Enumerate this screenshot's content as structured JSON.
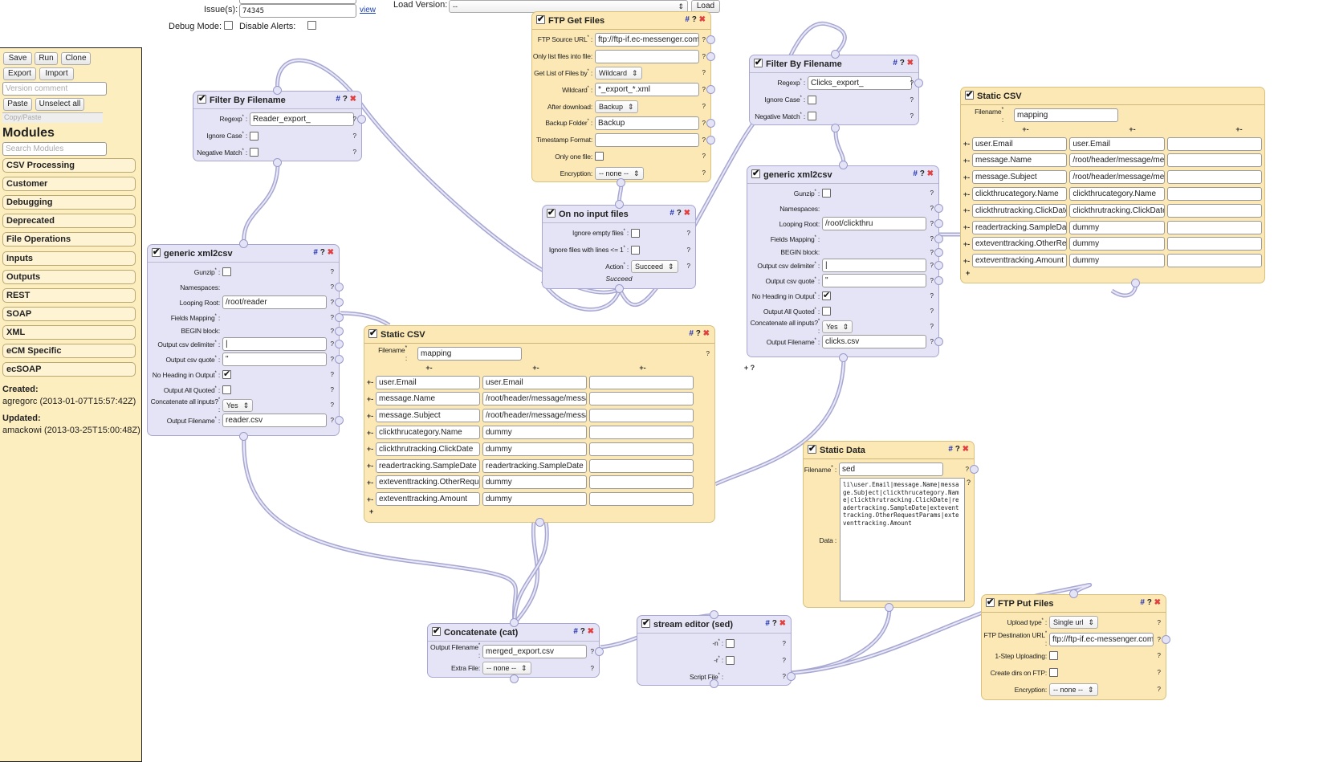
{
  "top": {
    "issues_label": "Issue(s):",
    "issues_value": "74345",
    "view_link": "view",
    "load_version_label": "Load Version:",
    "load_version_value": "--",
    "load_button": "Load",
    "debug_mode_label": "Debug Mode:",
    "debug_mode_checked": false,
    "disable_alerts_label": "Disable Alerts:",
    "disable_alerts_checked": false
  },
  "sidebar": {
    "buttons": {
      "save": "Save",
      "run": "Run",
      "clone": "Clone",
      "export": "Export",
      "import": "Import",
      "paste": "Paste",
      "unselect_all": "Unselect all"
    },
    "version_comment_placeholder": "Version comment",
    "copy_paste_placeholder": "Copy/Paste",
    "modules_title": "Modules",
    "search_placeholder": "Search Modules",
    "categories": [
      "CSV Processing",
      "Customer",
      "Debugging",
      "Deprecated",
      "File Operations",
      "Inputs",
      "Outputs",
      "REST",
      "SOAP",
      "XML",
      "eCM Specific",
      "ecSOAP"
    ],
    "created_label": "Created:",
    "created_value": "agregorc (2013-01-07T15:57:42Z)",
    "updated_label": "Updated:",
    "updated_value": "amackowi (2013-03-25T15:00:48Z)"
  },
  "colors": {
    "module_yellow": "#fbe8b4",
    "module_lavender": "#e4e4f6",
    "wire": "#a7a7d2",
    "close": "#e04040",
    "hash": "#1f2fb3"
  },
  "nodes": [
    {
      "id": "filter1",
      "title": "Filter By Filename",
      "theme": "lavender",
      "icons": true,
      "fields": [
        {
          "label": "Regexp",
          "req": true,
          "type": "text",
          "value": "Reader_export_",
          "help": "?",
          "terminal": true
        },
        {
          "label": "Ignore Case",
          "req": true,
          "type": "check",
          "value": false,
          "help": "?"
        },
        {
          "label": "Negative Match",
          "req": true,
          "type": "check",
          "value": false,
          "help": "?"
        }
      ]
    },
    {
      "id": "ftpget",
      "title": "FTP Get Files",
      "theme": "yellow",
      "icons": true,
      "fields": [
        {
          "label": "FTP Source URL",
          "req": true,
          "type": "text",
          "value": "ftp://ftp-if.ec-messenger.com/i",
          "help": "?",
          "terminal": true
        },
        {
          "label": "Only list files into file:",
          "type": "text",
          "value": "",
          "help": "?",
          "terminal": true
        },
        {
          "label": "Get List of Files by",
          "req": true,
          "type": "select",
          "value": "Wildcard",
          "help": "?"
        },
        {
          "label": "Wildcard",
          "req": true,
          "type": "text",
          "value": "*_export_*.xml",
          "help": "?",
          "terminal": true
        },
        {
          "label": "After download:",
          "type": "select",
          "value": "Backup",
          "help": "?"
        },
        {
          "label": "Backup Folder",
          "req": true,
          "type": "text",
          "value": "Backup",
          "help": "?",
          "terminal": true
        },
        {
          "label": "Timestamp Format:",
          "type": "text",
          "value": "",
          "help": "?",
          "terminal": true
        },
        {
          "label": "Only one file:",
          "type": "check",
          "value": false,
          "help": "?"
        },
        {
          "label": "Encryption:",
          "type": "select",
          "value": "-- none --",
          "help": "?"
        }
      ]
    },
    {
      "id": "filter2",
      "title": "Filter By Filename",
      "theme": "lavender",
      "icons": true,
      "fields": [
        {
          "label": "Regexp",
          "req": true,
          "type": "text",
          "value": "Clicks_export_",
          "help": "?",
          "terminal": true
        },
        {
          "label": "Ignore Case",
          "req": true,
          "type": "check",
          "value": false,
          "help": "?"
        },
        {
          "label": "Negative Match",
          "req": true,
          "type": "check",
          "value": false,
          "help": "?"
        }
      ]
    },
    {
      "id": "csvright",
      "title": "Static CSV",
      "theme": "yellow",
      "icons": false,
      "filename_label": "Filename",
      "filename": "mapping",
      "grid_header": [
        "+-",
        "+-",
        "+-"
      ],
      "rows": [
        [
          "user.Email",
          "user.Email",
          ""
        ],
        [
          "message.Name",
          "/root/header/message/messag",
          ""
        ],
        [
          "message.Subject",
          "/root/header/message/messag",
          ""
        ],
        [
          "clickthrucategory.Name",
          "clickthrucategory.Name",
          ""
        ],
        [
          "clickthrutracking.ClickDate",
          "clickthrutracking.ClickDate",
          ""
        ],
        [
          "readertracking.SampleDate",
          "dummy",
          ""
        ],
        [
          "exteventtracking.OtherReques",
          "dummy",
          ""
        ],
        [
          "exteventtracking.Amount",
          "dummy",
          ""
        ]
      ],
      "row_ctrl": "+-",
      "add": "+"
    },
    {
      "id": "xml1",
      "title": "generic xml2csv",
      "theme": "lavender",
      "icons": true,
      "fields": [
        {
          "label": "Gunzip",
          "req": true,
          "type": "check",
          "value": false,
          "help": "?"
        },
        {
          "label": "Namespaces:",
          "type": "none",
          "help": "?",
          "terminal": true
        },
        {
          "label": "Looping Root:",
          "type": "text",
          "value": "/root/reader",
          "help": "?",
          "terminal": true
        },
        {
          "label": "Fields Mapping",
          "req": true,
          "type": "none",
          "help": "?",
          "terminal": true
        },
        {
          "label": "BEGIN block:",
          "type": "none",
          "help": "?",
          "terminal": true,
          "short": true
        },
        {
          "label": "Output csv delimiter",
          "req": true,
          "type": "text",
          "value": "|",
          "help": "?",
          "terminal": true
        },
        {
          "label": "Output csv quote",
          "req": true,
          "type": "text",
          "value": "\"",
          "help": "?",
          "terminal": true
        },
        {
          "label": "No Heading in Output",
          "req": true,
          "type": "check",
          "value": true,
          "help": "?"
        },
        {
          "label": "Output All Quoted",
          "req": true,
          "type": "check",
          "value": false,
          "help": "?"
        },
        {
          "label": "Concatenate all inputs?",
          "req": true,
          "type": "select",
          "value": "Yes",
          "help": "?"
        },
        {
          "label": "Output Filename",
          "req": true,
          "type": "text",
          "value": "reader.csv",
          "help": "?",
          "terminal": true
        }
      ]
    },
    {
      "id": "noinput",
      "title": "On no input files",
      "theme": "lavender",
      "icons": true,
      "fields": [
        {
          "label": "Ignore empty files",
          "req": true,
          "type": "check",
          "value": false,
          "help": "?"
        },
        {
          "label": "Ignore files with lines <= 1",
          "req": true,
          "type": "check",
          "value": false,
          "help": "?"
        },
        {
          "label": "Action",
          "req": true,
          "type": "select",
          "value": "Succeed",
          "help": "?"
        }
      ],
      "status": "Succeed"
    },
    {
      "id": "xml2",
      "title": "generic xml2csv",
      "theme": "lavender",
      "icons": true,
      "fields": [
        {
          "label": "Gunzip",
          "req": true,
          "type": "check",
          "value": false,
          "help": "?"
        },
        {
          "label": "Namespaces:",
          "type": "none",
          "help": "?",
          "terminal": true
        },
        {
          "label": "Looping Root:",
          "type": "text",
          "value": "/root/clickthru",
          "help": "?",
          "terminal": true
        },
        {
          "label": "Fields Mapping",
          "req": true,
          "type": "none",
          "help": "?",
          "terminal": true
        },
        {
          "label": "BEGIN block:",
          "type": "none",
          "help": "?",
          "terminal": true,
          "short": true
        },
        {
          "label": "Output csv delimiter",
          "req": true,
          "type": "text",
          "value": "|",
          "help": "?",
          "terminal": true
        },
        {
          "label": "Output csv quote",
          "req": true,
          "type": "text",
          "value": "\"",
          "help": "?",
          "terminal": true
        },
        {
          "label": "No Heading in Output",
          "req": true,
          "type": "check",
          "value": true,
          "help": "?"
        },
        {
          "label": "Output All Quoted",
          "req": true,
          "type": "check",
          "value": false,
          "help": "?"
        },
        {
          "label": "Concatenate all inputs?",
          "req": true,
          "type": "select",
          "value": "Yes",
          "help": "?"
        },
        {
          "label": "Output Filename",
          "req": true,
          "type": "text",
          "value": "clicks.csv",
          "help": "?",
          "terminal": true
        }
      ]
    },
    {
      "id": "csvmain",
      "title": "Static CSV",
      "theme": "yellow",
      "icons": true,
      "filename_label": "Filename",
      "filename": "mapping",
      "grid_header": [
        "+-",
        "+-",
        "+-",
        "+ ?"
      ],
      "rows": [
        [
          "user.Email",
          "user.Email",
          ""
        ],
        [
          "message.Name",
          "/root/header/message/messag",
          ""
        ],
        [
          "message.Subject",
          "/root/header/message/messag",
          ""
        ],
        [
          "clickthrucategory.Name",
          "dummy",
          ""
        ],
        [
          "clickthrutracking.ClickDate",
          "dummy",
          ""
        ],
        [
          "readertracking.SampleDate",
          "readertracking.SampleDate",
          ""
        ],
        [
          "exteventtracking.OtherReques",
          "dummy",
          ""
        ],
        [
          "exteventtracking.Amount",
          "dummy",
          ""
        ]
      ],
      "row_ctrl": "+-",
      "add": "+"
    },
    {
      "id": "staticdata",
      "title": "Static Data",
      "theme": "yellow",
      "icons": true,
      "filename_label": "Filename",
      "filename": "sed",
      "data_label": "Data",
      "data": "li\\user.Email|message.Name|message.Subject|clickthrucategory.Name|clickthrutracking.ClickDate|readertracking.SampleDate|exteventtracking.OtherRequestParams|exteventtracking.Amount"
    },
    {
      "id": "concat",
      "title": "Concatenate (cat)",
      "theme": "lavender",
      "icons": true,
      "fields": [
        {
          "label": "Output Filename",
          "req": true,
          "type": "text",
          "value": "merged_export.csv",
          "help": "?",
          "terminal": true
        },
        {
          "label": "Extra File:",
          "type": "select",
          "value": "-- none --",
          "help": "?"
        }
      ]
    },
    {
      "id": "sed",
      "title": "stream editor (sed)",
      "theme": "lavender",
      "icons": true,
      "fields": [
        {
          "label": "-n",
          "req": true,
          "type": "check",
          "value": false,
          "help": "?"
        },
        {
          "label": "-r",
          "req": true,
          "type": "check",
          "value": false,
          "help": "?"
        },
        {
          "label": "Script File",
          "req": true,
          "type": "none",
          "help": "?",
          "terminal": true
        }
      ]
    },
    {
      "id": "ftpput",
      "title": "FTP Put Files",
      "theme": "yellow",
      "icons": true,
      "fields": [
        {
          "label": "Upload type",
          "req": true,
          "type": "select",
          "value": "Single url",
          "help": "?"
        },
        {
          "label": "FTP Destination URL",
          "req": true,
          "type": "text",
          "value": "ftp://ftp-if.ec-messenger.com/i",
          "help": "?",
          "terminal": true
        },
        {
          "label": "1-Step Uploading:",
          "type": "check",
          "value": false,
          "help": "?"
        },
        {
          "label": "Create dirs on FTP:",
          "type": "check",
          "value": false,
          "help": "?"
        },
        {
          "label": "Encryption:",
          "type": "select",
          "value": "-- none --",
          "help": "?"
        }
      ]
    }
  ]
}
